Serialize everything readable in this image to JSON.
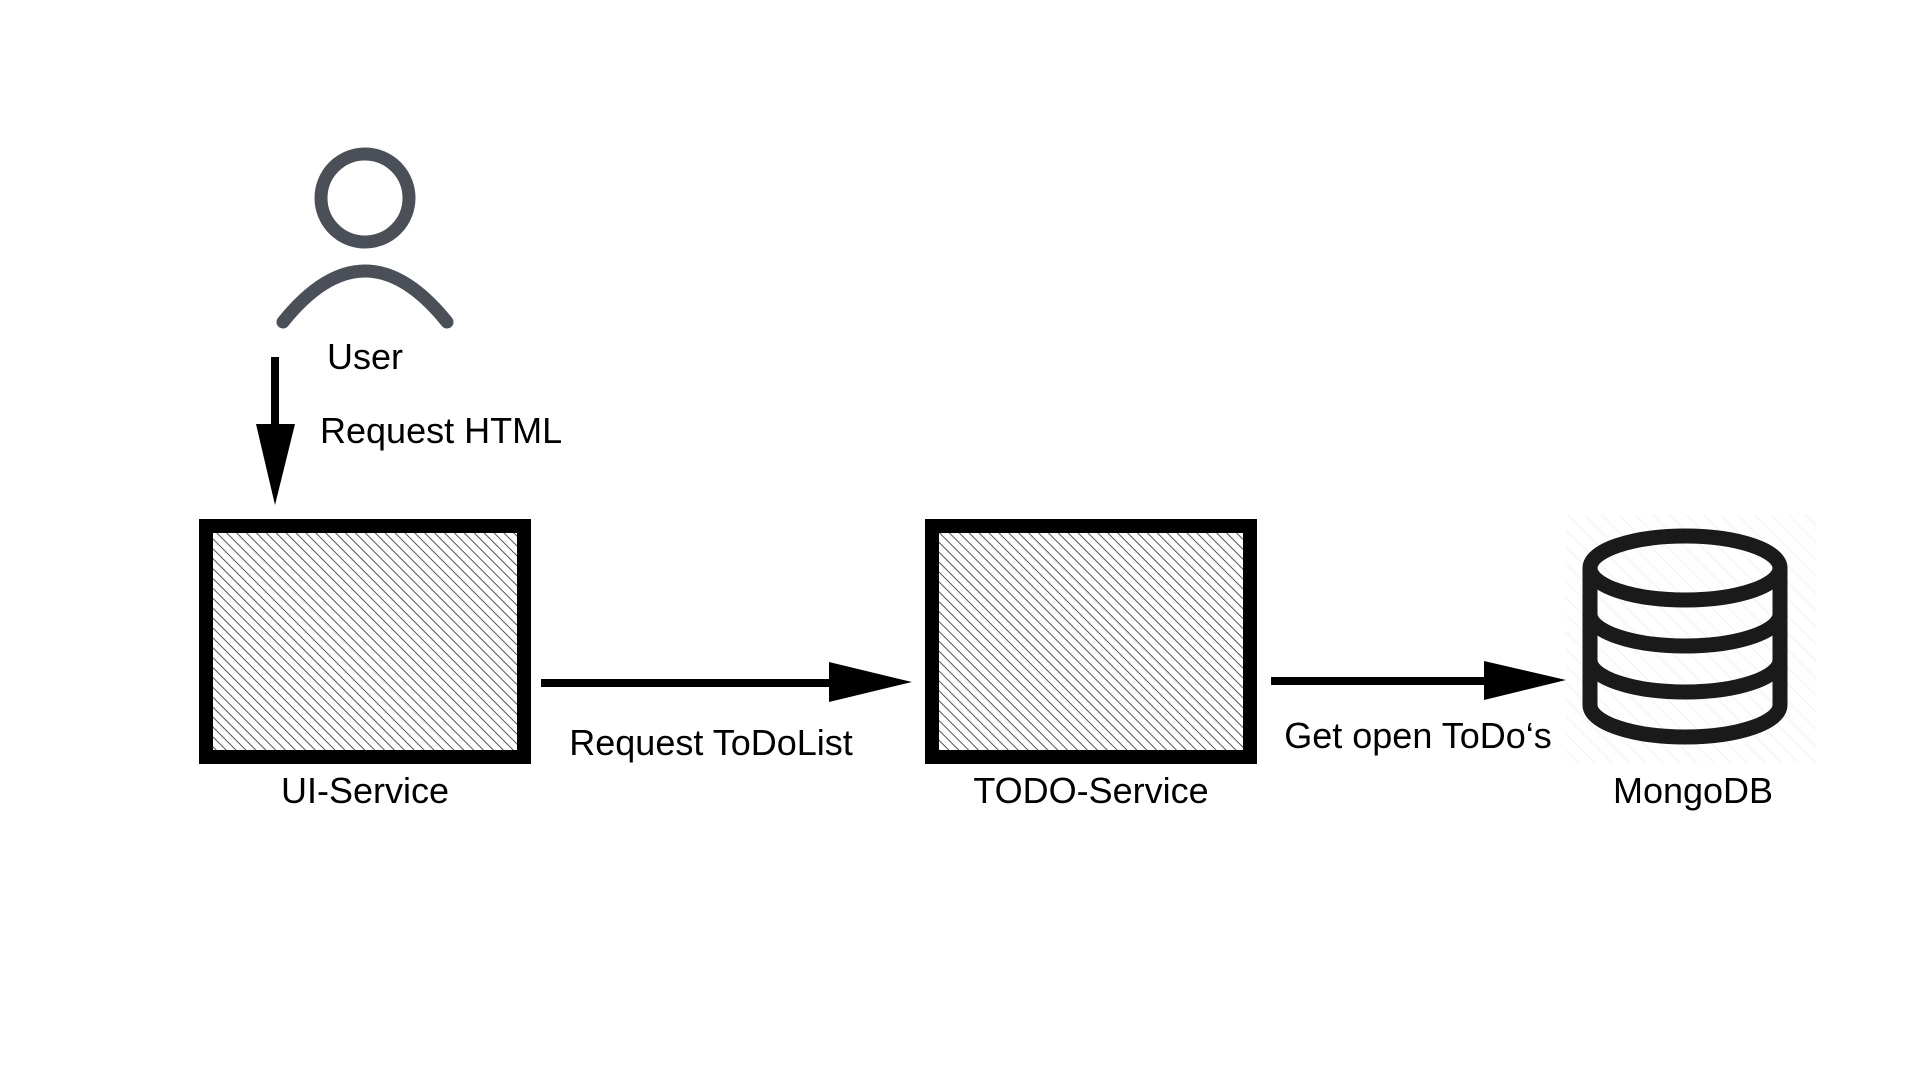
{
  "nodes": {
    "user": {
      "label": "User"
    },
    "ui_service": {
      "label": "UI-Service"
    },
    "todo_service": {
      "label": "TODO-Service"
    },
    "mongodb": {
      "label": "MongoDB"
    }
  },
  "edges": {
    "user_to_ui": {
      "label": "Request HTML"
    },
    "ui_to_todo": {
      "label": "Request ToDoList"
    },
    "todo_to_db": {
      "label": "Get open ToDo‘s"
    }
  },
  "colors": {
    "user_icon": "#4a4f58",
    "box_stroke": "#000000",
    "hatch": "#555555",
    "db_icon": "#1a1a1a"
  },
  "icons": {
    "user": "user-icon",
    "database": "database-icon"
  }
}
